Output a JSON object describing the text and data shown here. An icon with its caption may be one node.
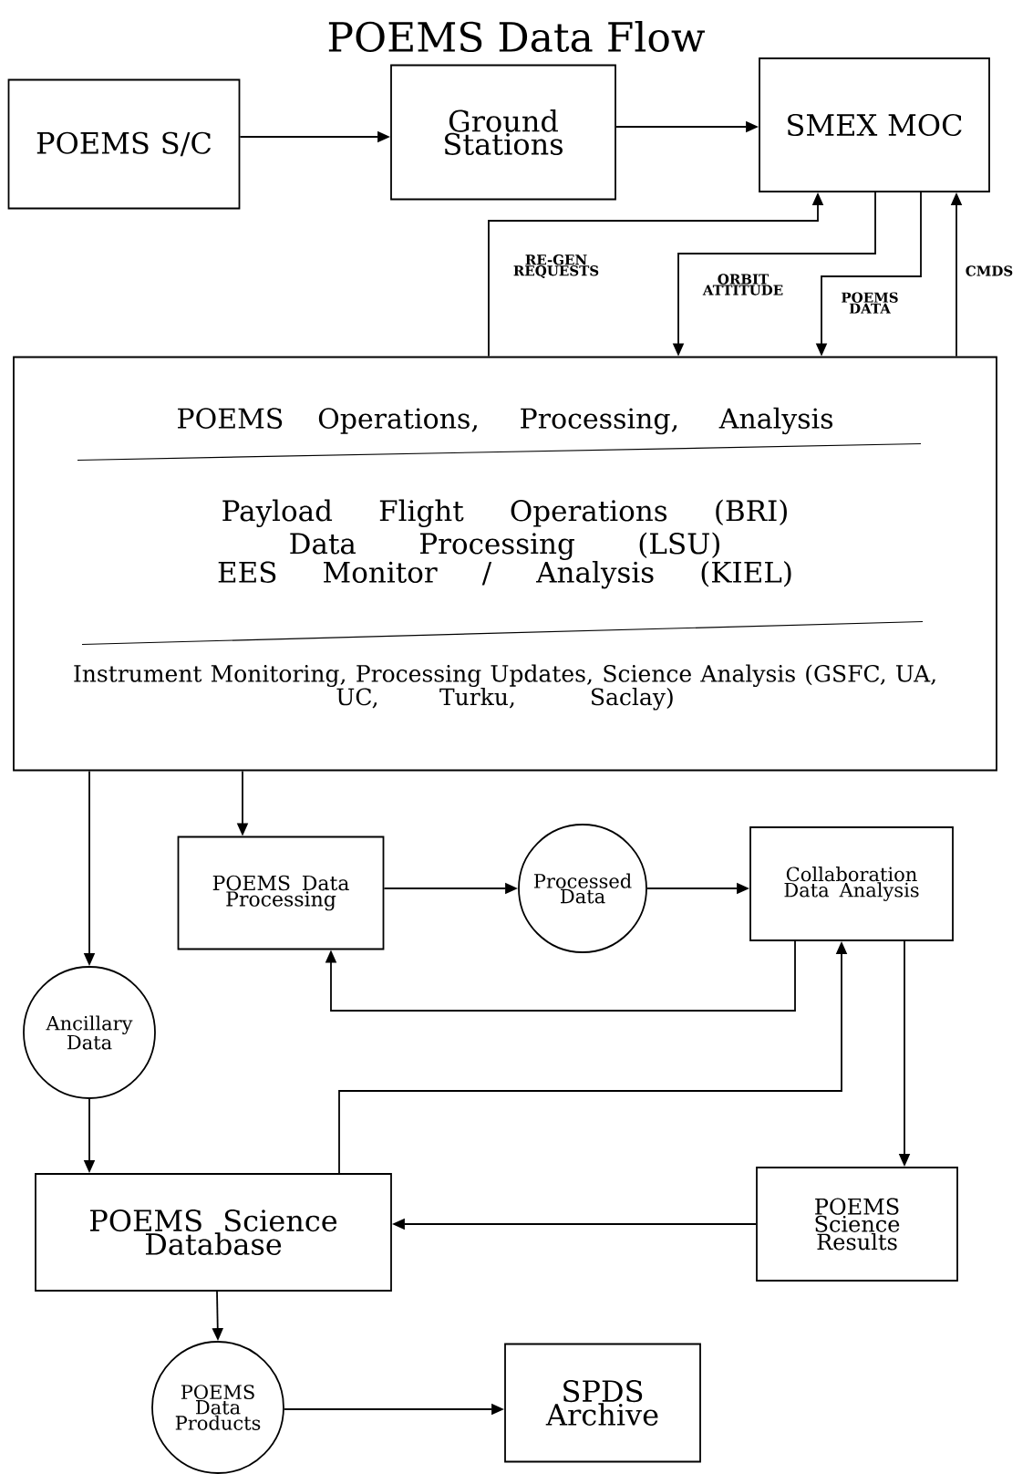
{
  "diagram": {
    "title": "POEMS Data Flow",
    "nodes": [
      {
        "text": [
          "POEMS S/C"
        ]
      },
      {
        "text": [
          "Ground Stations"
        ]
      },
      {
        "text": [
          "SMEX MOC"
        ]
      },
      {
        "text": [
          "POEMS Operations, Processing, Analysis",
          "Payload Flight Operations (BRI)",
          "Data Processing (LSU)",
          "EES Monitor / Analysis (KIEL)",
          "Instrument Monitoring, Processing Updates, Science Analysis (GSFC, UA, UC, Turku, Saclay)"
        ]
      },
      {
        "text": [
          "POEMS Data Processing"
        ]
      },
      {
        "text": [
          "Processed Data"
        ]
      },
      {
        "text": [
          "Collaboration Data Analysis"
        ]
      },
      {
        "text": [
          "Ancillary Data"
        ]
      },
      {
        "text": [
          "POEMS Science Database"
        ]
      },
      {
        "text": [
          "POEMS Science Results"
        ]
      },
      {
        "text": [
          "POEMS Data Products"
        ]
      },
      {
        "text": [
          "SPDS Archive"
        ]
      }
    ],
    "edges": [
      {
        "from": 0,
        "to": 1,
        "arrow": "to"
      },
      {
        "from": 1,
        "to": 2,
        "arrow": "to"
      },
      {
        "from": 3,
        "to": 2,
        "arrow": "to",
        "label": "RE-GEN REQUESTS"
      },
      {
        "from": 2,
        "to": 3,
        "arrow": "to",
        "label": "ORBIT ATTITUDE"
      },
      {
        "from": 2,
        "to": 3,
        "arrow": "to",
        "label": "POEMS DATA"
      },
      {
        "from": 3,
        "to": 2,
        "arrow": "to",
        "label": "CMDS"
      },
      {
        "from": 3,
        "to": 7,
        "arrow": "to"
      },
      {
        "from": 3,
        "to": 4,
        "arrow": "to"
      },
      {
        "from": 4,
        "to": 5,
        "arrow": "to"
      },
      {
        "from": 5,
        "to": 6,
        "arrow": "to"
      },
      {
        "from": 6,
        "to": 4,
        "arrow": "to"
      },
      {
        "from": 8,
        "to": 6,
        "arrow": "to"
      },
      {
        "from": 6,
        "to": 9,
        "arrow": "to"
      },
      {
        "from": 9,
        "to": 8,
        "arrow": "to"
      },
      {
        "from": 7,
        "to": 8,
        "arrow": "to"
      },
      {
        "from": 8,
        "to": 10,
        "arrow": "to"
      },
      {
        "from": 10,
        "to": 11,
        "arrow": "to"
      }
    ]
  }
}
